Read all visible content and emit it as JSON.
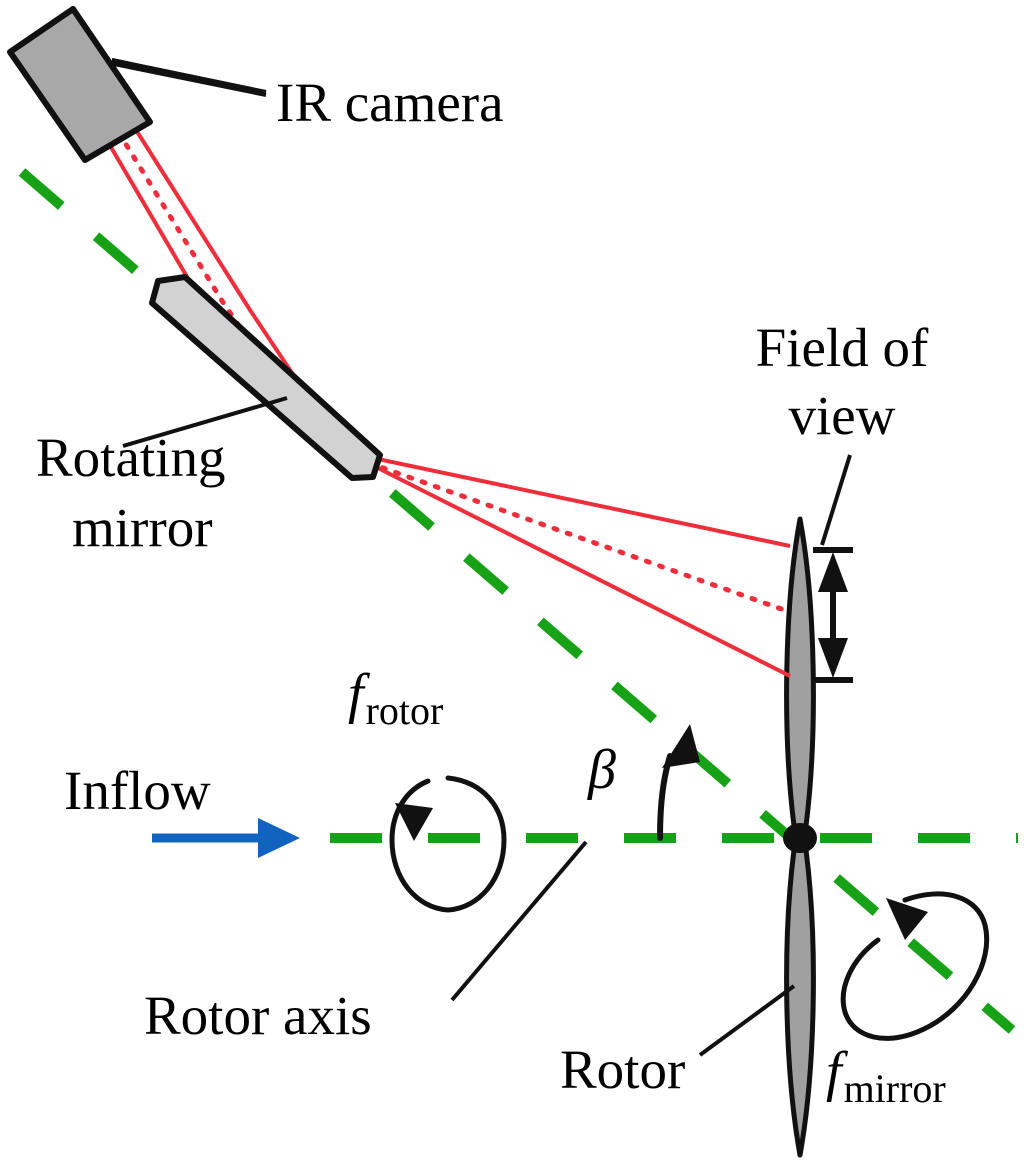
{
  "figure": {
    "kind": "optical-measurement-setup-schematic",
    "background_color": "#ffffff"
  },
  "colors": {
    "ray_red": "#ee2e3a",
    "axis_green": "#17a117",
    "inflow_blue": "#1064c0",
    "camera_body_gray": "#a8a8a8",
    "mirror_gray": "#d2d2d2",
    "rotor_gray": "#a0a0a0",
    "outline_black": "#111111"
  },
  "labels": {
    "ir_camera": "IR camera",
    "rotating_mirror_line1": "Rotating",
    "rotating_mirror_line2": "mirror",
    "field_of_view_line1": "Field of",
    "field_of_view_line2": "view",
    "inflow": "Inflow",
    "rotor_axis": "Rotor axis",
    "rotor": "Rotor",
    "beta": "β",
    "f_rotor_symbol": "f",
    "f_rotor_subscript": "rotor",
    "f_mirror_symbol": "f",
    "f_mirror_subscript": "mirror"
  },
  "components": [
    {
      "name": "ir-camera",
      "shape": "rotated-rectangle",
      "fill": "#a8a8a8"
    },
    {
      "name": "rotating-mirror",
      "shape": "thin-rotated-rectangle",
      "fill": "#d2d2d2"
    },
    {
      "name": "rotor-blade-upper",
      "shape": "lens",
      "fill": "#a0a0a0"
    },
    {
      "name": "rotor-blade-lower",
      "shape": "lens",
      "fill": "#a0a0a0"
    },
    {
      "name": "rotor-hub",
      "shape": "filled-circle",
      "fill": "#111111"
    }
  ],
  "annotations": {
    "rotor_axis_dashed": "horizontal green dashed line",
    "mirror_optical_axis_dashed": "diagonal green dashed line",
    "ray_bundle": "three red rays: two solid edge rays and one dotted center ray",
    "fov_measure": "double-headed vertical arrow with end ticks",
    "beta_arc": "curved arrow from rotor axis to optical axis",
    "f_rotor_spin": "ellipse with arrowhead indicating rotor rotation",
    "f_mirror_spin": "tilted ellipse with arrowhead indicating mirror rotation",
    "inflow_arrow": "blue right-pointing arrow"
  }
}
